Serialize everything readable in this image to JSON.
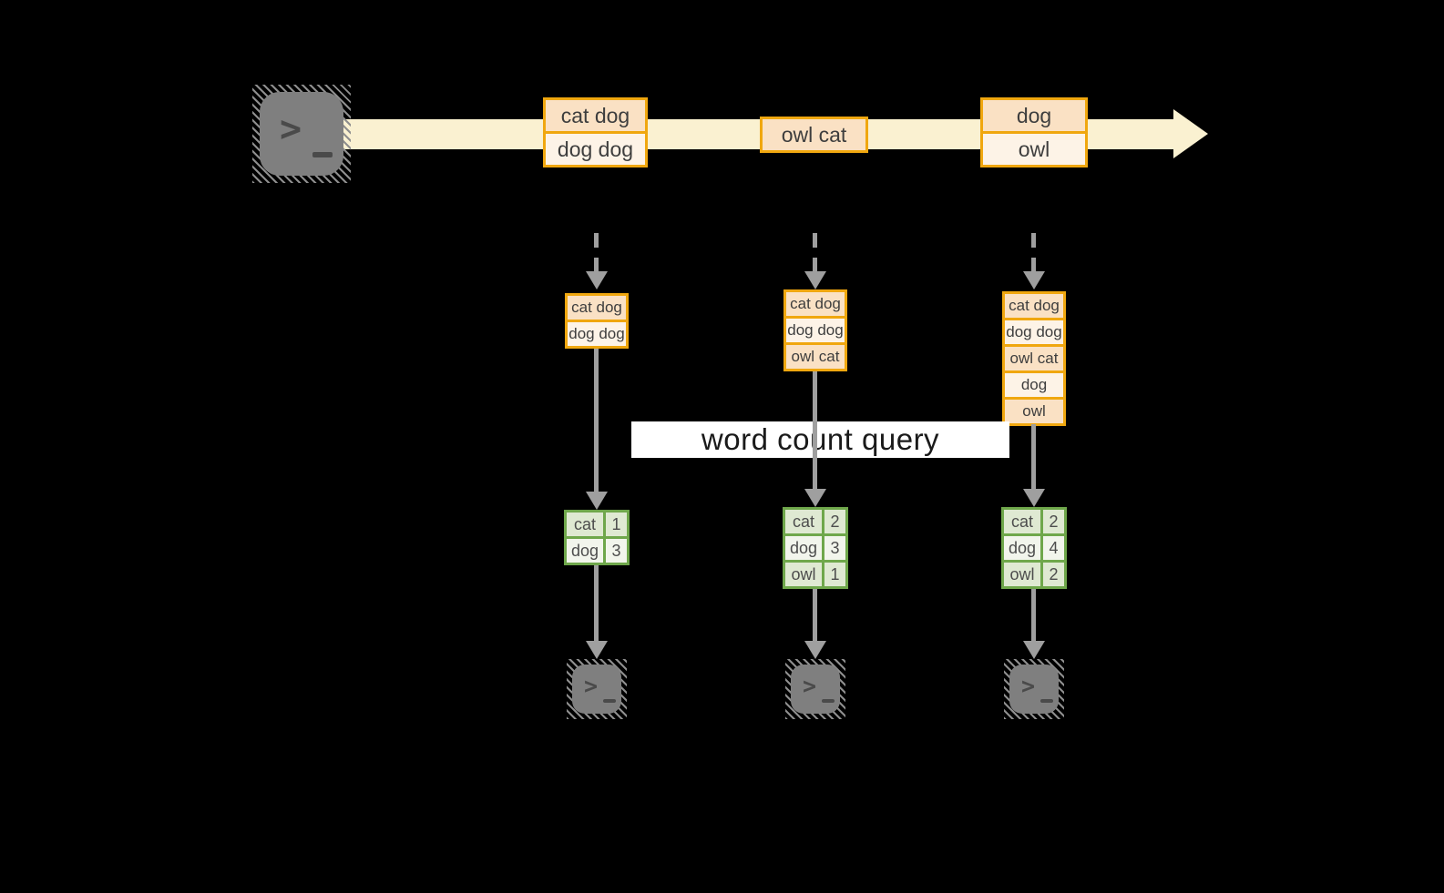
{
  "colors": {
    "background": "#000000",
    "stream_band": "#faf1d1",
    "event_border": "#f0a70f",
    "event_fill_dark": "#fae1c4",
    "event_fill_light": "#fdf3e7",
    "arrow_gray": "#9f9f9f",
    "table_border": "#6fa74b",
    "table_fill_dark": "#dfe9d2",
    "table_fill_light": "#f2f5ec",
    "terminal_gray": "#7f7f7f",
    "terminal_glyph": "#4a4a4a",
    "query_label_bg": "#ffffff",
    "query_label_text": "#1a1a1a"
  },
  "terminal": {
    "prompt": ">"
  },
  "stream": {
    "events": [
      {
        "rows": [
          "cat dog",
          "dog dog"
        ]
      },
      {
        "rows": [
          "owl cat"
        ]
      },
      {
        "rows": [
          "dog",
          "owl"
        ]
      }
    ]
  },
  "query_label": "word count query",
  "columns": [
    {
      "stack": [
        "cat dog",
        "dog dog"
      ],
      "table": [
        [
          "cat",
          "1"
        ],
        [
          "dog",
          "3"
        ]
      ]
    },
    {
      "stack": [
        "cat dog",
        "dog dog",
        "owl cat"
      ],
      "table": [
        [
          "cat",
          "2"
        ],
        [
          "dog",
          "3"
        ],
        [
          "owl",
          "1"
        ]
      ]
    },
    {
      "stack": [
        "cat dog",
        "dog dog",
        "owl cat",
        "dog",
        "owl"
      ],
      "table": [
        [
          "cat",
          "2"
        ],
        [
          "dog",
          "4"
        ],
        [
          "owl",
          "2"
        ]
      ]
    }
  ]
}
